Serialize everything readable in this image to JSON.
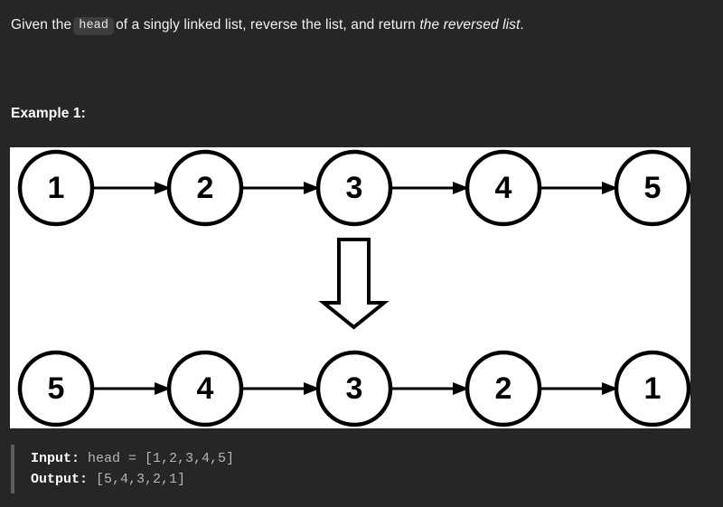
{
  "problem": {
    "description_parts": {
      "before_code": "Given the",
      "code_token": "head",
      "after_code": "of a singly linked list, reverse the list, and return",
      "italic_tail": "the reversed list",
      "period": "."
    },
    "example_heading": "Example 1:"
  },
  "diagram": {
    "type": "linked-list-reversal",
    "panel_background": "#ffffff",
    "stroke_color": "#000000",
    "input_row": {
      "label": "original-list",
      "nodes": [
        "1",
        "2",
        "3",
        "4",
        "5"
      ]
    },
    "output_row": {
      "label": "reversed-list",
      "nodes": [
        "5",
        "4",
        "3",
        "2",
        "1"
      ]
    },
    "transform_arrow": {
      "direction": "down",
      "style": "hollow-block-arrow"
    }
  },
  "code_block": {
    "lines": [
      {
        "label": "Input:",
        "value": " head = [1,2,3,4,5]"
      },
      {
        "label": "Output:",
        "value": " [5,4,3,2,1]"
      }
    ],
    "input_label": "Input:",
    "input_value": " head = [1,2,3,4,5]",
    "output_label": "Output:",
    "output_value": " [5,4,3,2,1]"
  },
  "colors": {
    "page_background": "#262626",
    "text": "#f2f2f2",
    "code_badge_background": "#3d3d3d",
    "code_border": "#5d5d5d"
  }
}
